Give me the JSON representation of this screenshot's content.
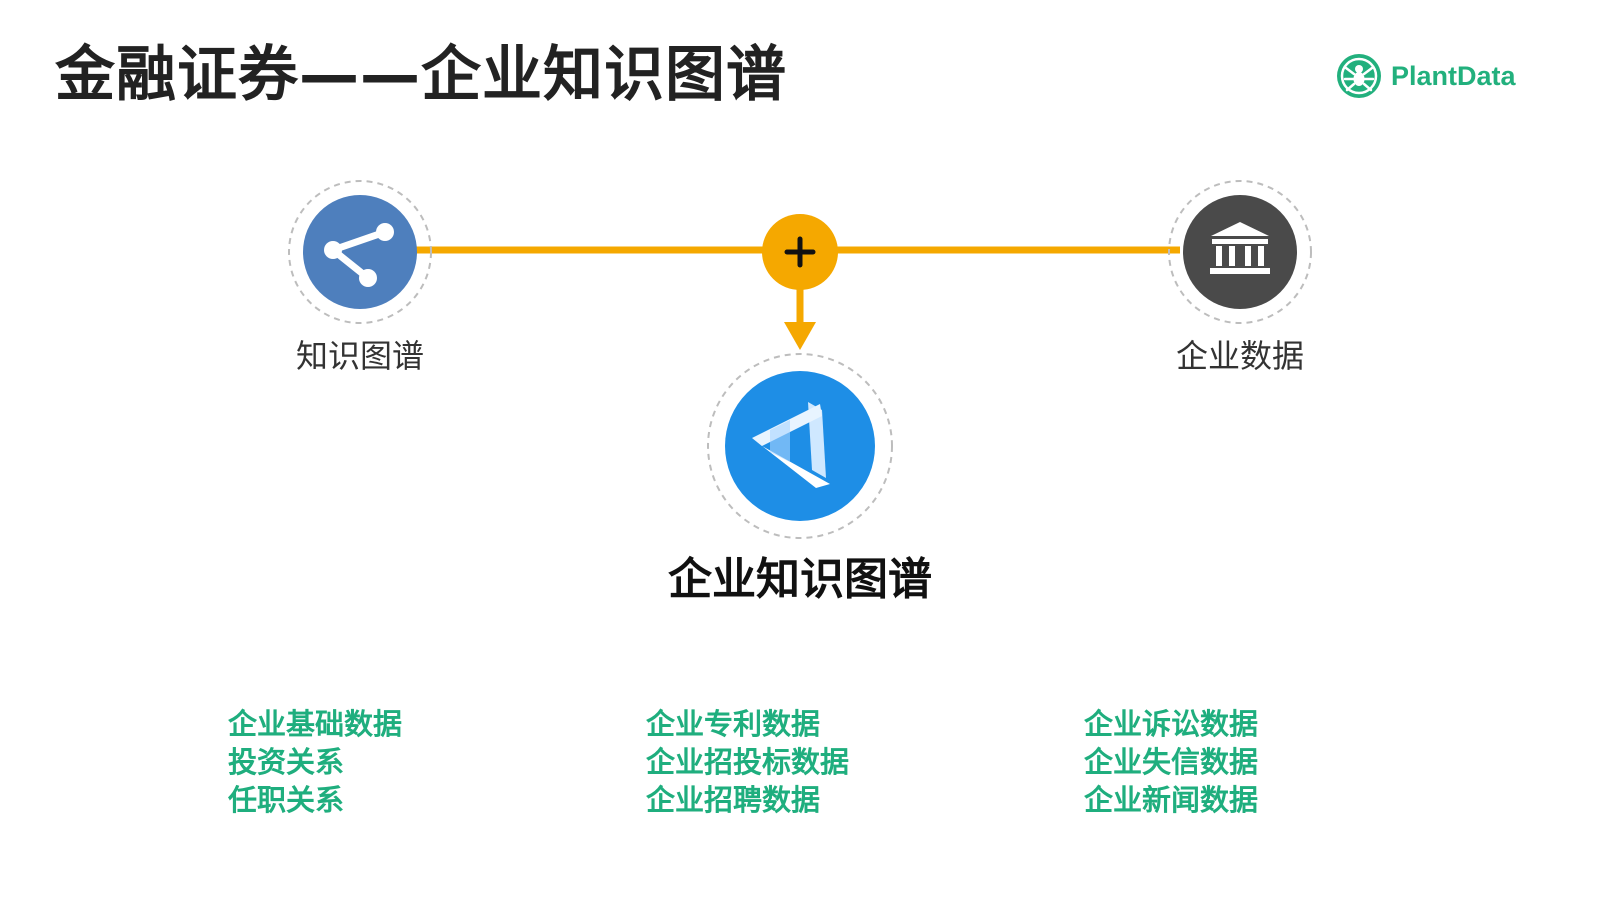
{
  "title": "金融证券——企业知识图谱",
  "brand": {
    "name": "PlantData",
    "icon": "spider-logo-icon",
    "color": "#22b07d"
  },
  "diagram": {
    "left_node": {
      "label": "知识图谱",
      "icon": "share-icon",
      "color": "#4e7fbd"
    },
    "right_node": {
      "label": "企业数据",
      "icon": "bank-icon",
      "color": "#4a4a4a"
    },
    "merge_node": {
      "icon": "plus-icon",
      "color": "#f5a800"
    },
    "result_node": {
      "label": "企业知识图谱",
      "icon": "triangle-knot-icon",
      "color": "#1e8ee6"
    }
  },
  "data_sources": {
    "color": "#1fae7e",
    "columns": [
      [
        "企业基础数据",
        "投资关系",
        "任职关系"
      ],
      [
        "企业专利数据",
        "企业招投标数据",
        "企业招聘数据"
      ],
      [
        "企业诉讼数据",
        "企业失信数据",
        "企业新闻数据"
      ]
    ]
  }
}
